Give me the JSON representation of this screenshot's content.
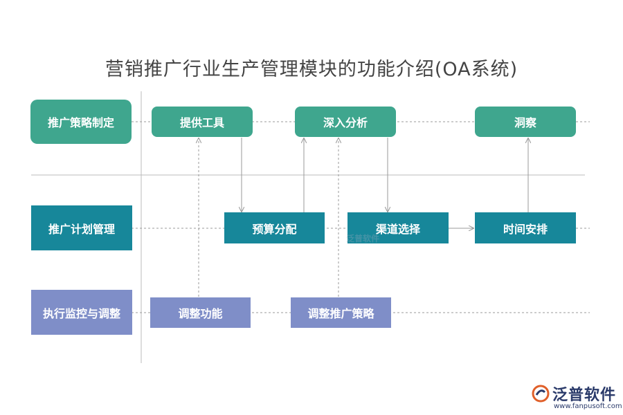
{
  "title": "营销推广行业生产管理模块的功能介绍(OA系统)",
  "lanes": {
    "strategy": "推广策略制定",
    "plan": "推广计划管理",
    "monitor": "执行监控与调整"
  },
  "nodes": {
    "tools": "提供工具",
    "analysis": "深入分析",
    "insight": "洞察",
    "budget": "预算分配",
    "channel": "渠道选择",
    "schedule": "时间安排",
    "adjust_func": "调整功能",
    "adjust_strategy": "调整推广策略"
  },
  "watermark": "泛普软件",
  "logo": {
    "name": "泛普软件",
    "url": "www.fanpusoft.com"
  },
  "colors": {
    "green": "#3fa68e",
    "teal": "#17879a",
    "purple": "#7f8ec8"
  }
}
